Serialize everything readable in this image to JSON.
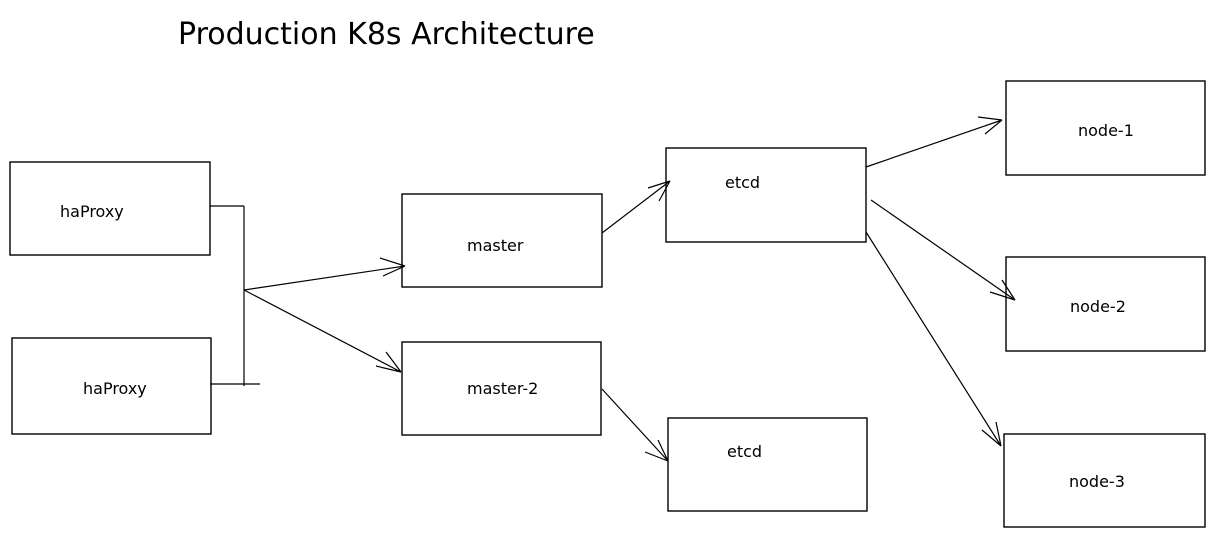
{
  "diagram": {
    "title": "Production K8s Architecture",
    "nodes": [
      {
        "id": "haproxy1",
        "label": "haProxy"
      },
      {
        "id": "haproxy2",
        "label": "haProxy"
      },
      {
        "id": "master",
        "label": "master"
      },
      {
        "id": "master2",
        "label": "master-2"
      },
      {
        "id": "etcd1",
        "label": "etcd"
      },
      {
        "id": "etcd2",
        "label": "etcd"
      },
      {
        "id": "node1",
        "label": "node-1"
      },
      {
        "id": "node2",
        "label": "node-2"
      },
      {
        "id": "node3",
        "label": "node-3"
      }
    ],
    "edges": [
      {
        "from": "haproxy1",
        "to": "junction",
        "arrow": false
      },
      {
        "from": "haproxy2",
        "to": "junction",
        "arrow": false
      },
      {
        "from": "junction",
        "to": "master",
        "arrow": true
      },
      {
        "from": "junction",
        "to": "master2",
        "arrow": true
      },
      {
        "from": "master",
        "to": "etcd1",
        "arrow": true
      },
      {
        "from": "master2",
        "to": "etcd2",
        "arrow": true
      },
      {
        "from": "etcd1",
        "to": "node1",
        "arrow": true
      },
      {
        "from": "etcd1",
        "to": "node2",
        "arrow": true
      },
      {
        "from": "etcd1",
        "to": "node3",
        "arrow": true
      }
    ]
  }
}
